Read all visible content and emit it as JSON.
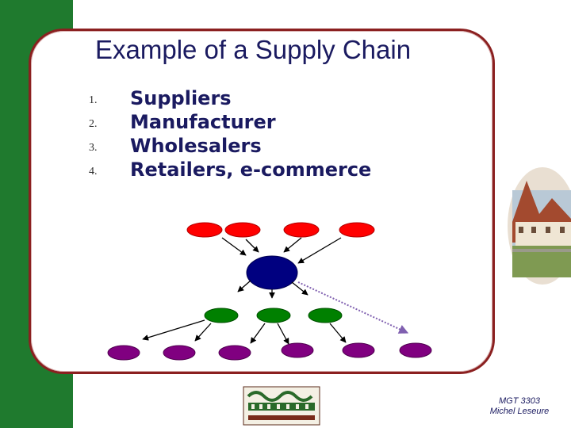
{
  "title": "Example of a Supply Chain",
  "list": [
    {
      "number": "1.",
      "label": "Suppliers"
    },
    {
      "number": "2.",
      "label": "Manufacturer"
    },
    {
      "number": "3.",
      "label": "Wholesalers"
    },
    {
      "number": "4.",
      "label": "Retailers, e-commerce"
    }
  ],
  "footer": {
    "line1": "MGT 3303",
    "line2": "Michel Leseure"
  },
  "colors": {
    "sidebar": "#1f7a2e",
    "border": "#8b2020",
    "title": "#1a1a60",
    "supplier": "#ff0000",
    "manufacturer": "#000080",
    "wholesaler": "#008000",
    "retailer": "#800080",
    "ecommerce_arrow": "#8060b0"
  },
  "diagram_nodes": {
    "suppliers": 4,
    "manufacturers": 1,
    "wholesalers": 3,
    "retailers": 6
  }
}
